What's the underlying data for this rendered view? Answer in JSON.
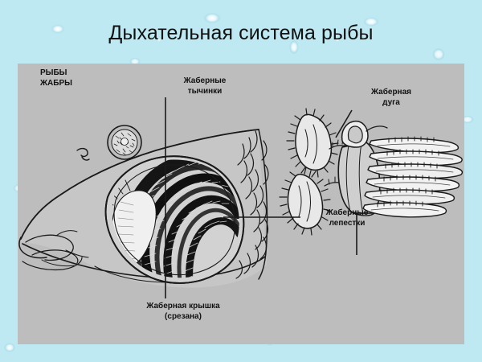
{
  "slide": {
    "title": "Дыхательная система рыбы",
    "title_color": "#111111",
    "background_color": "#bfe9f2",
    "background_texture": "water-droplets"
  },
  "diagram": {
    "panel_color": "#bdbdbd",
    "ink_color": "#1a1a1a",
    "corner_caption": {
      "line1": "РЫБЫ",
      "line2": "ЖАБРЫ"
    },
    "labels": [
      {
        "id": "gill-rakers",
        "text": "Жаберные\nтычинки",
        "leader": "vertical"
      },
      {
        "id": "gill-arch",
        "text": "Жаберная\nдуга",
        "leader": "diagonal"
      },
      {
        "id": "gill-filaments",
        "text": "Жаберные\nлепестки",
        "leader": "horizontal"
      },
      {
        "id": "operculum",
        "text": "Жаберная крышка\n(срезана)",
        "leader": "vertical"
      }
    ],
    "figures": [
      {
        "id": "fish-head",
        "description": "fish head with cut-away gill chamber"
      },
      {
        "id": "gill-arch-detail",
        "description": "isolated gill arch with rakers and filaments"
      }
    ]
  }
}
